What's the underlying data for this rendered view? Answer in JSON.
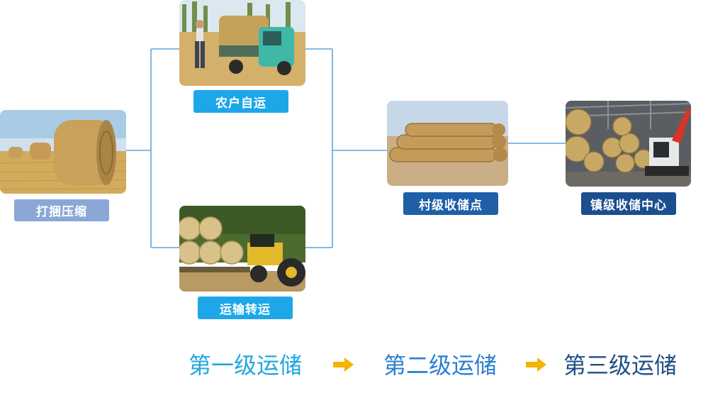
{
  "nodes": {
    "baling": {
      "label": "打捆压缩",
      "color": "#8aa7d6",
      "icon": "round-hay-bale-field-photo"
    },
    "farmer_transport": {
      "label": "农户自运",
      "color": "#1ea7e8",
      "icon": "tricycle-loaded-with-straw-photo"
    },
    "vehicle_transport": {
      "label": "运输转运",
      "color": "#1ea7e8",
      "icon": "tractor-hauling-bales-photo"
    },
    "village_storage": {
      "label": "村级收储点",
      "color": "#1f5fa8",
      "icon": "stacked-bales-yard-photo"
    },
    "town_storage": {
      "label": "镇级收储中心",
      "color": "#1b4e8e",
      "icon": "warehouse-excavator-bales-photo"
    }
  },
  "tiers": [
    {
      "label": "第一级运储",
      "color": "#22a7e0"
    },
    {
      "label": "第二级运储",
      "color": "#2a7fcf"
    },
    {
      "label": "第三级运储",
      "color": "#1f4f86"
    }
  ],
  "connector_color": "#5aa6e0",
  "arrow_color": "#f5b400"
}
